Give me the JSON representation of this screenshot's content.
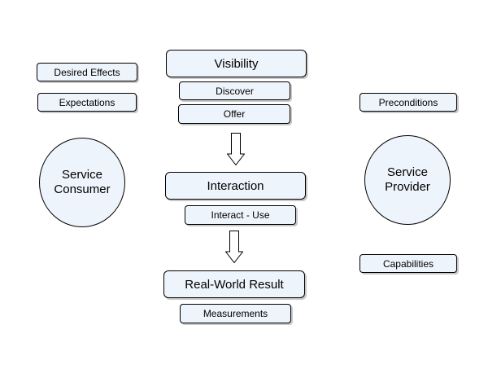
{
  "left": {
    "desired_effects": "Desired Effects",
    "expectations": "Expectations",
    "consumer_line1": "Service",
    "consumer_line2": "Consumer"
  },
  "center": {
    "visibility": "Visibility",
    "discover": "Discover",
    "offer": "Offer",
    "interaction": "Interaction",
    "interact_use": "Interact - Use",
    "real_world_result": "Real-World Result",
    "measurements": "Measurements"
  },
  "right": {
    "preconditions": "Preconditions",
    "provider_line1": "Service",
    "provider_line2": "Provider",
    "capabilities": "Capabilities"
  },
  "colors": {
    "box_fill": "#eef4fb",
    "stroke": "#000000"
  }
}
